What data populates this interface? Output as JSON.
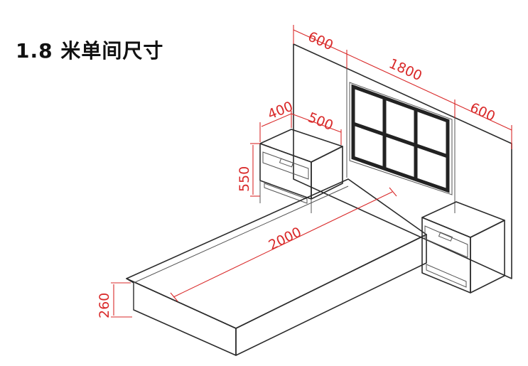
{
  "title": "1.8 米单间尺寸",
  "dimensions": {
    "side_panel_left": "600",
    "headboard": "1800",
    "side_panel_right": "600",
    "nightstand_depth": "400",
    "nightstand_width": "500",
    "nightstand_height": "550",
    "bed_length": "2000",
    "bed_height": "260"
  },
  "colors": {
    "dimension": "#d92a2a",
    "outline": "#2b2b2b"
  }
}
